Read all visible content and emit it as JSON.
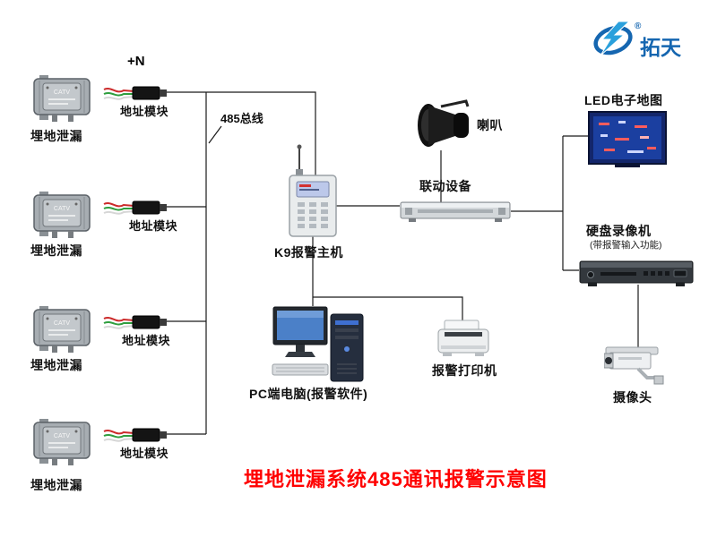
{
  "logo": {
    "brand": "拓天",
    "registered_mark": "®"
  },
  "title": "埋地泄漏系统485通讯报警示意图",
  "annotations": {
    "plus_n": "+N",
    "bus": "485总线"
  },
  "nodes": {
    "detector": "埋地泄漏",
    "detector_marking": "CATV",
    "address_module": "地址模块",
    "k9_host": "K9报警主机",
    "speaker": "喇叭",
    "linkage_device": "联动设备",
    "led_map": "LED电子地图",
    "dvr": "硬盘录像机",
    "dvr_note": "(带报警输入功能)",
    "camera": "摄像头",
    "pc": "PC端电脑(报警软件)",
    "printer": "报警打印机"
  },
  "colors": {
    "title_red": "#ff0000",
    "brand_blue": "#1566b0",
    "line_black": "#111111",
    "screen_blue": "#1b3fa0"
  }
}
